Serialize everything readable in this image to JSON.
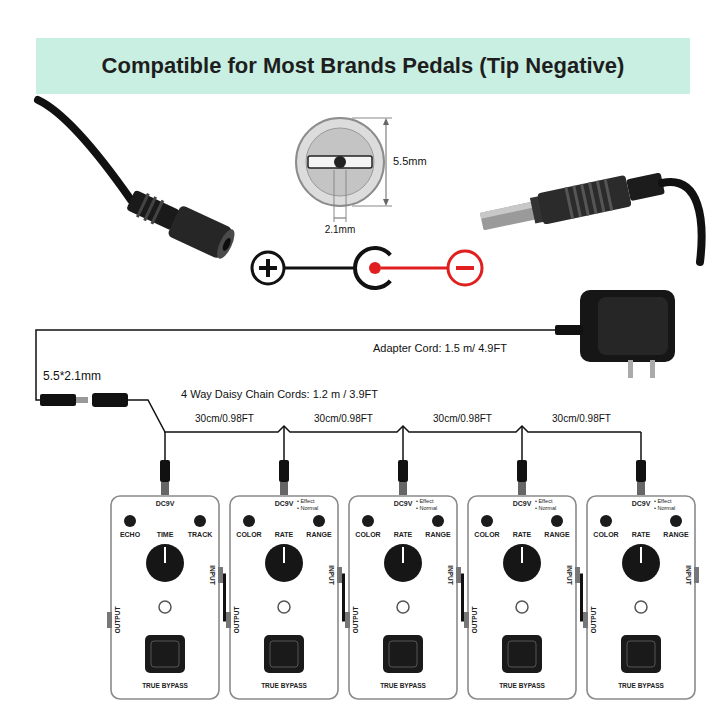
{
  "diagram": {
    "title": "Compatible for Most Brands Pedals (Tip Negative)",
    "nodes": [
      {
        "text": [
          "DC9V",
          "ECHO",
          "TRACK",
          "TIME",
          "INPUT",
          "OUTPUT",
          "TRUE BYPASS"
        ]
      },
      {
        "text": [
          "DC9V",
          "• Effect",
          "• Normal",
          "COLOR",
          "RATE",
          "RANGE",
          "INPUT",
          "OUTPUT",
          "TRUE BYPASS"
        ]
      },
      {
        "text": [
          "DC9V",
          "• Effect",
          "• Normal",
          "COLOR",
          "RATE",
          "RANGE",
          "INPUT",
          "OUTPUT",
          "TRUE BYPASS"
        ]
      },
      {
        "text": [
          "DC9V",
          "• Effect",
          "• Normal",
          "COLOR",
          "RATE",
          "RANGE",
          "INPUT",
          "OUTPUT",
          "TRUE BYPASS"
        ]
      },
      {
        "text": [
          "DC9V",
          "• Effect",
          "• Normal",
          "COLOR",
          "RATE",
          "RANGE",
          "INPUT",
          "OUTPUT",
          "TRUE BYPASS"
        ]
      }
    ],
    "edges": [
      {
        "from": 0,
        "to": 1,
        "arrow": "none"
      },
      {
        "from": 1,
        "to": 2,
        "arrow": "none"
      },
      {
        "from": 2,
        "to": 3,
        "arrow": "none"
      },
      {
        "from": 3,
        "to": 4,
        "arrow": "none"
      }
    ],
    "labels": [
      "5.5mm",
      "2.1mm",
      "Adapter Cord: 1.5 m/ 4.9FT",
      "5.5*2.1mm",
      "4 Way Daisy Chain Cords: 1.2 m / 3.9FT",
      "30cm/0.98FT",
      "30cm/0.98FT",
      "30cm/0.98FT",
      "30cm/0.98FT"
    ]
  }
}
